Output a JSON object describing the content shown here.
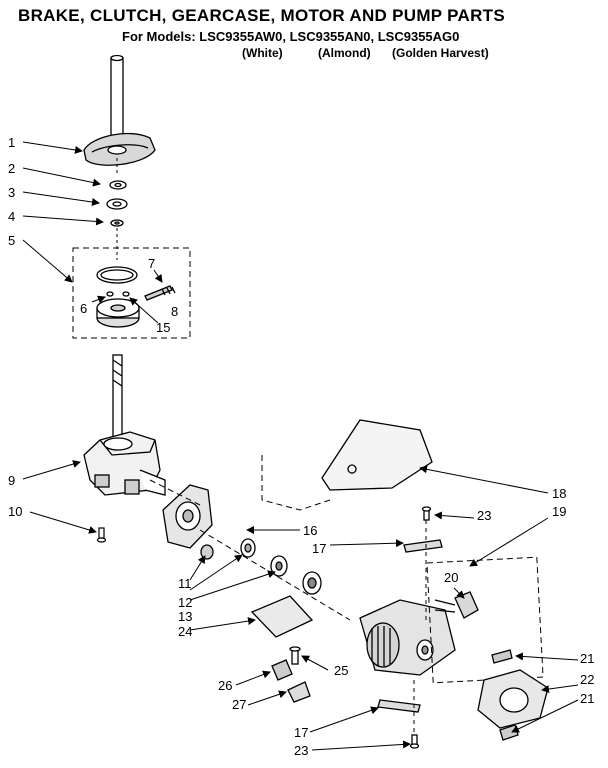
{
  "header": {
    "title": "BRAKE, CLUTCH, GEARCASE, MOTOR AND PUMP PARTS",
    "subtitle": "For Models: LSC9355AW0, LSC9355AN0, LSC9355AG0",
    "colors": [
      "(White)",
      "(Almond)",
      "(Golden Harvest)"
    ]
  },
  "callouts": [
    "1",
    "2",
    "3",
    "4",
    "5",
    "6",
    "7",
    "8",
    "15",
    "9",
    "10",
    "11",
    "12",
    "13",
    "24",
    "16",
    "17",
    "18",
    "19",
    "20",
    "23",
    "21",
    "22",
    "21",
    "25",
    "26",
    "27",
    "17",
    "23"
  ]
}
